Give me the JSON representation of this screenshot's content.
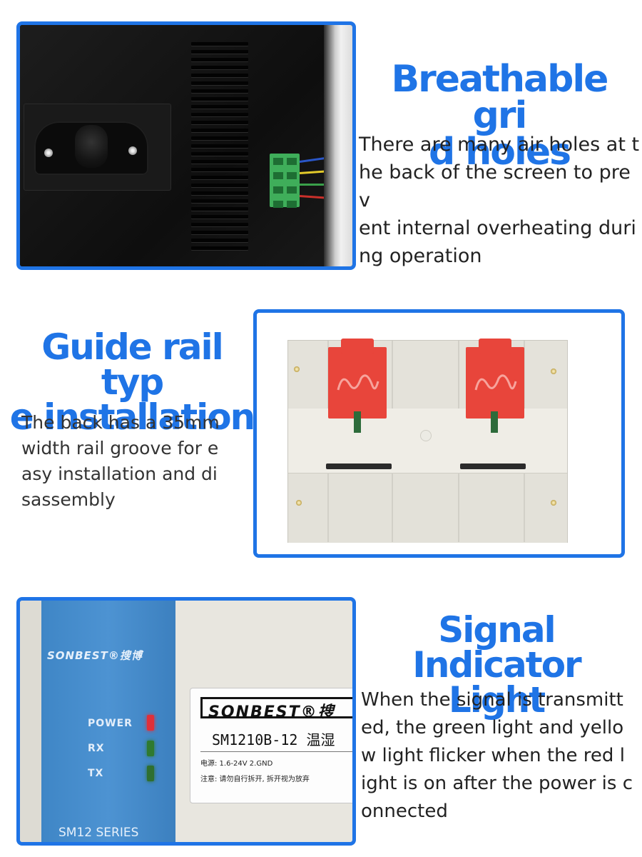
{
  "sections": [
    {
      "title_line1": "Breathable gri",
      "title_line2": "d holes",
      "body": [
        "There are many air holes at t",
        "he back of the screen to prev",
        "ent internal overheating duri",
        "ng operation"
      ]
    },
    {
      "title_line1": "Guide rail typ",
      "title_line2": "e installation",
      "body": [
        "The back has a 35mm",
        "width rail groove for e",
        "asy installation and di",
        "sassembly"
      ]
    },
    {
      "title_line1": "Signal Indicator",
      "title_line2": "Light",
      "body": [
        "When the signal is transmitt",
        "ed, the green light and yello",
        "w light flicker when the red l",
        "ight is on after the power is c",
        "onnected"
      ]
    }
  ],
  "device": {
    "brand_small": "SONBEST®搜博",
    "indicators": [
      "POWER",
      "RX",
      "TX"
    ],
    "led_colors": [
      "#e0303a",
      "#2f7a2f",
      "#2f6f2f"
    ],
    "series": "SM12 SERIES",
    "label_brand": "SONBEST®搜",
    "label_model": "SM1210B-12  温湿",
    "label_power": "电源: 1.6-24V   2.GND",
    "label_note": "注意: 请勿自行拆开, 拆开视为放弃"
  },
  "accent_color": "#1f74e6"
}
